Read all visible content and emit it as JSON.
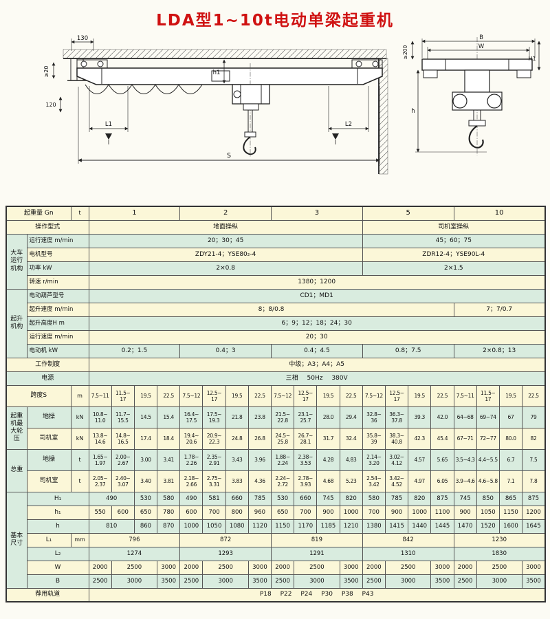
{
  "page": {
    "title": "LDA型1~10t电动单梁起重机"
  },
  "drawing": {
    "labels": {
      "d130": "130",
      "ge20": "≥20",
      "d120": "120",
      "h1_left": "h1",
      "l1": "L1",
      "l2": "L2",
      "s": "S",
      "b": "B",
      "w": "W",
      "ge200": "≥200",
      "h1_right": "H1",
      "h": "h"
    }
  },
  "table": {
    "rows": [
      {
        "bg": "y",
        "cells": [
          {
            "t": "起重量 Gn",
            "cs": 2,
            "c": "lbl"
          },
          {
            "t": "t",
            "c": "unit"
          },
          {
            "t": "1",
            "cs": 4,
            "c": "head"
          },
          {
            "t": "2",
            "cs": 4,
            "c": "head"
          },
          {
            "t": "3",
            "cs": 4,
            "c": "head"
          },
          {
            "t": "5",
            "cs": 4,
            "c": "head"
          },
          {
            "t": "10",
            "cs": 4,
            "c": "head"
          }
        ]
      },
      {
        "bg": "y",
        "cells": [
          {
            "t": "操作型式",
            "cs": 3,
            "c": "lbl"
          },
          {
            "t": "地面操纵",
            "cs": 12,
            "c": "big"
          },
          {
            "t": "司机室操纵",
            "cs": 8,
            "c": "big"
          }
        ]
      },
      {
        "bg": "g",
        "cells": [
          {
            "t": "大车运行机构",
            "rs": 4,
            "c": "grp"
          },
          {
            "t": "运行速度 m/min",
            "cs": 2,
            "c": "lbl2"
          },
          {
            "t": "20；30；45",
            "cs": 12,
            "c": "big"
          },
          {
            "t": "45；60；75",
            "cs": 8,
            "c": "big"
          }
        ]
      },
      {
        "bg": "y",
        "cells": [
          {
            "t": "电机型号",
            "cs": 2,
            "c": "lbl2"
          },
          {
            "t": "ZDY21-4；YSE80₂-4",
            "cs": 12,
            "c": "big"
          },
          {
            "t": "ZDR12-4；YSE90L-4",
            "cs": 8,
            "c": "big"
          }
        ]
      },
      {
        "bg": "g",
        "cells": [
          {
            "t": "功率 kW",
            "cs": 2,
            "c": "lbl2"
          },
          {
            "t": "2×0.8",
            "cs": 12,
            "c": "big"
          },
          {
            "t": "2×1.5",
            "cs": 8,
            "c": "big"
          }
        ]
      },
      {
        "bg": "y",
        "cells": [
          {
            "t": "转速 r/min",
            "cs": 2,
            "c": "lbl2"
          },
          {
            "t": "1380；1200",
            "cs": 20,
            "c": "big"
          }
        ]
      },
      {
        "bg": "g",
        "cells": [
          {
            "t": "起升机构",
            "rs": 5,
            "c": "grp"
          },
          {
            "t": "电动葫芦型号",
            "cs": 2,
            "c": "lbl2"
          },
          {
            "t": "CD1；MD1",
            "cs": 20,
            "c": "big"
          }
        ]
      },
      {
        "bg": "y",
        "cells": [
          {
            "t": "起升速度 m/min",
            "cs": 2,
            "c": "lbl2"
          },
          {
            "t": "8；8/0.8",
            "cs": 16,
            "c": "big"
          },
          {
            "t": "7；7/0.7",
            "cs": 4,
            "c": "big"
          }
        ]
      },
      {
        "bg": "g",
        "cells": [
          {
            "t": "起升高度H m",
            "cs": 2,
            "c": "lbl2"
          },
          {
            "t": "6；9；12；18；24；30",
            "cs": 20,
            "c": "big"
          }
        ]
      },
      {
        "bg": "y",
        "cells": [
          {
            "t": "运行速度 m/min",
            "cs": 2,
            "c": "lbl2"
          },
          {
            "t": "20；30",
            "cs": 20,
            "c": "big"
          }
        ]
      },
      {
        "bg": "g",
        "cells": [
          {
            "t": "电动机 kW",
            "cs": 2,
            "c": "lbl2"
          },
          {
            "t": "0.2；1.5",
            "cs": 4,
            "c": "big"
          },
          {
            "t": "0.4；3",
            "cs": 4,
            "c": "big"
          },
          {
            "t": "0.4；4.5",
            "cs": 4,
            "c": "big"
          },
          {
            "t": "0.8；7.5",
            "cs": 4,
            "c": "big"
          },
          {
            "t": "2×0.8；13",
            "cs": 4,
            "c": "big"
          }
        ]
      },
      {
        "bg": "y",
        "cells": [
          {
            "t": "工作制度",
            "cs": 3,
            "c": "lbl"
          },
          {
            "t": "中级；A3；A4；A5",
            "cs": 20,
            "c": "big"
          }
        ]
      },
      {
        "bg": "g",
        "cells": [
          {
            "t": "电源",
            "cs": 3,
            "c": "lbl"
          },
          {
            "t": "三相 50Hz 380V",
            "cs": 20,
            "c": "big wide"
          }
        ]
      },
      {
        "bg": "y",
        "tall": true,
        "cells": [
          {
            "t": "跨度S",
            "cs": 2,
            "c": "lbl"
          },
          {
            "t": "m",
            "c": "unit"
          },
          {
            "t": "7.5~11"
          },
          {
            "t": "11.5~17"
          },
          {
            "t": "19.5"
          },
          {
            "t": "22.5"
          },
          {
            "t": "7.5~12"
          },
          {
            "t": "12.5~17"
          },
          {
            "t": "19.5"
          },
          {
            "t": "22.5"
          },
          {
            "t": "7.5~12"
          },
          {
            "t": "12.5~17"
          },
          {
            "t": "19.5"
          },
          {
            "t": "22.5"
          },
          {
            "t": "7.5~12"
          },
          {
            "t": "12.5~17"
          },
          {
            "t": "19.5"
          },
          {
            "t": "22.5"
          },
          {
            "t": "7.5~11"
          },
          {
            "t": "11.5~17"
          },
          {
            "t": "19.5"
          },
          {
            "t": "22.5"
          }
        ]
      },
      {
        "bg": "g",
        "tall": true,
        "cells": [
          {
            "t": "起重机最大轮压",
            "rs": 2,
            "c": "grp"
          },
          {
            "t": "地操",
            "c": "lbl2c"
          },
          {
            "t": "kN",
            "c": "unit"
          },
          {
            "t": "10.8~11.0"
          },
          {
            "t": "11.7~15.5"
          },
          {
            "t": "14.5"
          },
          {
            "t": "15.4"
          },
          {
            "t": "16.4~17.5"
          },
          {
            "t": "17.5~19.3"
          },
          {
            "t": "21.8"
          },
          {
            "t": "23.8"
          },
          {
            "t": "21.5~22.8"
          },
          {
            "t": "23.1~25.7"
          },
          {
            "t": "28.0"
          },
          {
            "t": "29.4"
          },
          {
            "t": "32.8~36"
          },
          {
            "t": "36.3~37.8"
          },
          {
            "t": "39.3"
          },
          {
            "t": "42.0"
          },
          {
            "t": "64~68"
          },
          {
            "t": "69~74"
          },
          {
            "t": "67"
          },
          {
            "t": "79"
          }
        ]
      },
      {
        "bg": "y",
        "tall": true,
        "cells": [
          {
            "t": "司机室",
            "c": "lbl2c"
          },
          {
            "t": "kN",
            "c": "unit"
          },
          {
            "t": "13.8~14.6"
          },
          {
            "t": "14.8~16.5"
          },
          {
            "t": "17.4"
          },
          {
            "t": "18.4"
          },
          {
            "t": "19.4~20.6"
          },
          {
            "t": "20.9~22.3"
          },
          {
            "t": "24.8"
          },
          {
            "t": "26.8"
          },
          {
            "t": "24.5~25.8"
          },
          {
            "t": "26.7~28.1"
          },
          {
            "t": "31.7"
          },
          {
            "t": "32.4"
          },
          {
            "t": "35.8~39"
          },
          {
            "t": "38.3~40.8"
          },
          {
            "t": "42.3"
          },
          {
            "t": "45.4"
          },
          {
            "t": "67~71"
          },
          {
            "t": "72~77"
          },
          {
            "t": "80.0"
          },
          {
            "t": "82"
          }
        ]
      },
      {
        "bg": "g",
        "tall": true,
        "cells": [
          {
            "t": "总重",
            "rs": 2,
            "c": "grp"
          },
          {
            "t": "地操",
            "c": "lbl2c"
          },
          {
            "t": "t",
            "c": "unit"
          },
          {
            "t": "1.65~1.97"
          },
          {
            "t": "2.00~2.67"
          },
          {
            "t": "3.00"
          },
          {
            "t": "3.41"
          },
          {
            "t": "1.78~2.26"
          },
          {
            "t": "2.35~2.91"
          },
          {
            "t": "3.43"
          },
          {
            "t": "3.96"
          },
          {
            "t": "1.88~2.24"
          },
          {
            "t": "2.38~3.53"
          },
          {
            "t": "4.28"
          },
          {
            "t": "4.83"
          },
          {
            "t": "2.14~3.20"
          },
          {
            "t": "3.02~4.12"
          },
          {
            "t": "4.57"
          },
          {
            "t": "5.65"
          },
          {
            "t": "3.5~4.3"
          },
          {
            "t": "4.4~5.5"
          },
          {
            "t": "6.7"
          },
          {
            "t": "7.5"
          }
        ]
      },
      {
        "bg": "y",
        "tall": true,
        "cells": [
          {
            "t": "司机室",
            "c": "lbl2c"
          },
          {
            "t": "t",
            "c": "unit"
          },
          {
            "t": "2.05~2.37"
          },
          {
            "t": "2.40~3.07"
          },
          {
            "t": "3.40"
          },
          {
            "t": "3.81"
          },
          {
            "t": "2.18~2.66"
          },
          {
            "t": "2.75~3.31"
          },
          {
            "t": "3.83"
          },
          {
            "t": "4.36"
          },
          {
            "t": "2.24~2.72"
          },
          {
            "t": "2.78~3.93"
          },
          {
            "t": "4.68"
          },
          {
            "t": "5.23"
          },
          {
            "t": "2.54~3.42"
          },
          {
            "t": "3.42~4.52"
          },
          {
            "t": "4.97"
          },
          {
            "t": "6.05"
          },
          {
            "t": "3.9~4.6"
          },
          {
            "t": "4.6~5.8"
          },
          {
            "t": "7.1"
          },
          {
            "t": "7.8"
          }
        ]
      },
      {
        "bg": "g",
        "cells": [
          {
            "t": "基本尺寸",
            "rs": 7,
            "c": "grp"
          },
          {
            "t": "H₁",
            "cs": 2,
            "c": "lbl2c"
          },
          {
            "t": "490",
            "cs": 2
          },
          {
            "t": "530"
          },
          {
            "t": "580"
          },
          {
            "t": "490"
          },
          {
            "t": "581"
          },
          {
            "t": "660"
          },
          {
            "t": "785"
          },
          {
            "t": "530"
          },
          {
            "t": "660"
          },
          {
            "t": "745"
          },
          {
            "t": "820"
          },
          {
            "t": "580"
          },
          {
            "t": "785"
          },
          {
            "t": "820"
          },
          {
            "t": "875"
          },
          {
            "t": "745"
          },
          {
            "t": "850"
          },
          {
            "t": "865"
          },
          {
            "t": "875"
          }
        ]
      },
      {
        "bg": "y",
        "cells": [
          {
            "t": "h₁",
            "cs": 2,
            "c": "lbl2c"
          },
          {
            "t": "550"
          },
          {
            "t": "600"
          },
          {
            "t": "650"
          },
          {
            "t": "780"
          },
          {
            "t": "600"
          },
          {
            "t": "700"
          },
          {
            "t": "800"
          },
          {
            "t": "960"
          },
          {
            "t": "650"
          },
          {
            "t": "700"
          },
          {
            "t": "900"
          },
          {
            "t": "1000"
          },
          {
            "t": "700"
          },
          {
            "t": "900"
          },
          {
            "t": "1000"
          },
          {
            "t": "1100"
          },
          {
            "t": "900"
          },
          {
            "t": "1050"
          },
          {
            "t": "1150"
          },
          {
            "t": "1200"
          }
        ]
      },
      {
        "bg": "g",
        "cells": [
          {
            "t": "h",
            "cs": 2,
            "c": "lbl2c"
          },
          {
            "t": "810",
            "cs": 2
          },
          {
            "t": "860"
          },
          {
            "t": "870"
          },
          {
            "t": "1000"
          },
          {
            "t": "1050"
          },
          {
            "t": "1080"
          },
          {
            "t": "1120"
          },
          {
            "t": "1150"
          },
          {
            "t": "1170"
          },
          {
            "t": "1185"
          },
          {
            "t": "1210"
          },
          {
            "t": "1380"
          },
          {
            "t": "1415"
          },
          {
            "t": "1440"
          },
          {
            "t": "1445"
          },
          {
            "t": "1470"
          },
          {
            "t": "1520"
          },
          {
            "t": "1600"
          },
          {
            "t": "1645"
          }
        ]
      },
      {
        "bg": "y",
        "cells": [
          {
            "t": "L₁",
            "c": "lbl2c"
          },
          {
            "t": "mm",
            "c": "unit"
          },
          {
            "t": "796",
            "cs": 4
          },
          {
            "t": "872",
            "cs": 4
          },
          {
            "t": "819",
            "cs": 4
          },
          {
            "t": "842",
            "cs": 4
          },
          {
            "t": "1230",
            "cs": 4
          }
        ]
      },
      {
        "bg": "g",
        "cells": [
          {
            "t": "L₂",
            "cs": 2,
            "c": "lbl2c"
          },
          {
            "t": "1274",
            "cs": 4
          },
          {
            "t": "1293",
            "cs": 4
          },
          {
            "t": "1291",
            "cs": 4
          },
          {
            "t": "1310",
            "cs": 4
          },
          {
            "t": "1830",
            "cs": 4
          }
        ]
      },
      {
        "bg": "y",
        "cells": [
          {
            "t": "W",
            "cs": 2,
            "c": "lbl2c"
          },
          {
            "t": "2000"
          },
          {
            "t": "2500",
            "cs": 2
          },
          {
            "t": "3000"
          },
          {
            "t": "2000"
          },
          {
            "t": "2500",
            "cs": 2
          },
          {
            "t": "3000"
          },
          {
            "t": "2000"
          },
          {
            "t": "2500",
            "cs": 2
          },
          {
            "t": "3000"
          },
          {
            "t": "2000"
          },
          {
            "t": "2500",
            "cs": 2
          },
          {
            "t": "3000"
          },
          {
            "t": "2000"
          },
          {
            "t": "2500",
            "cs": 2
          },
          {
            "t": "3000"
          }
        ]
      },
      {
        "bg": "g",
        "cells": [
          {
            "t": "B",
            "cs": 2,
            "c": "lbl2c"
          },
          {
            "t": "2500"
          },
          {
            "t": "3000",
            "cs": 2
          },
          {
            "t": "3500"
          },
          {
            "t": "2500"
          },
          {
            "t": "3000",
            "cs": 2
          },
          {
            "t": "3500"
          },
          {
            "t": "2500"
          },
          {
            "t": "3000",
            "cs": 2
          },
          {
            "t": "3500"
          },
          {
            "t": "2500"
          },
          {
            "t": "3000",
            "cs": 2
          },
          {
            "t": "3500"
          },
          {
            "t": "2500"
          },
          {
            "t": "3000",
            "cs": 2
          },
          {
            "t": "3500"
          }
        ]
      },
      {
        "bg": "y",
        "cells": [
          {
            "t": "荐用轨道",
            "cs": 3,
            "c": "lbl"
          },
          {
            "t": "P18 P22 P24 P30 P38 P43",
            "cs": 20,
            "c": "big wide"
          }
        ]
      }
    ]
  }
}
